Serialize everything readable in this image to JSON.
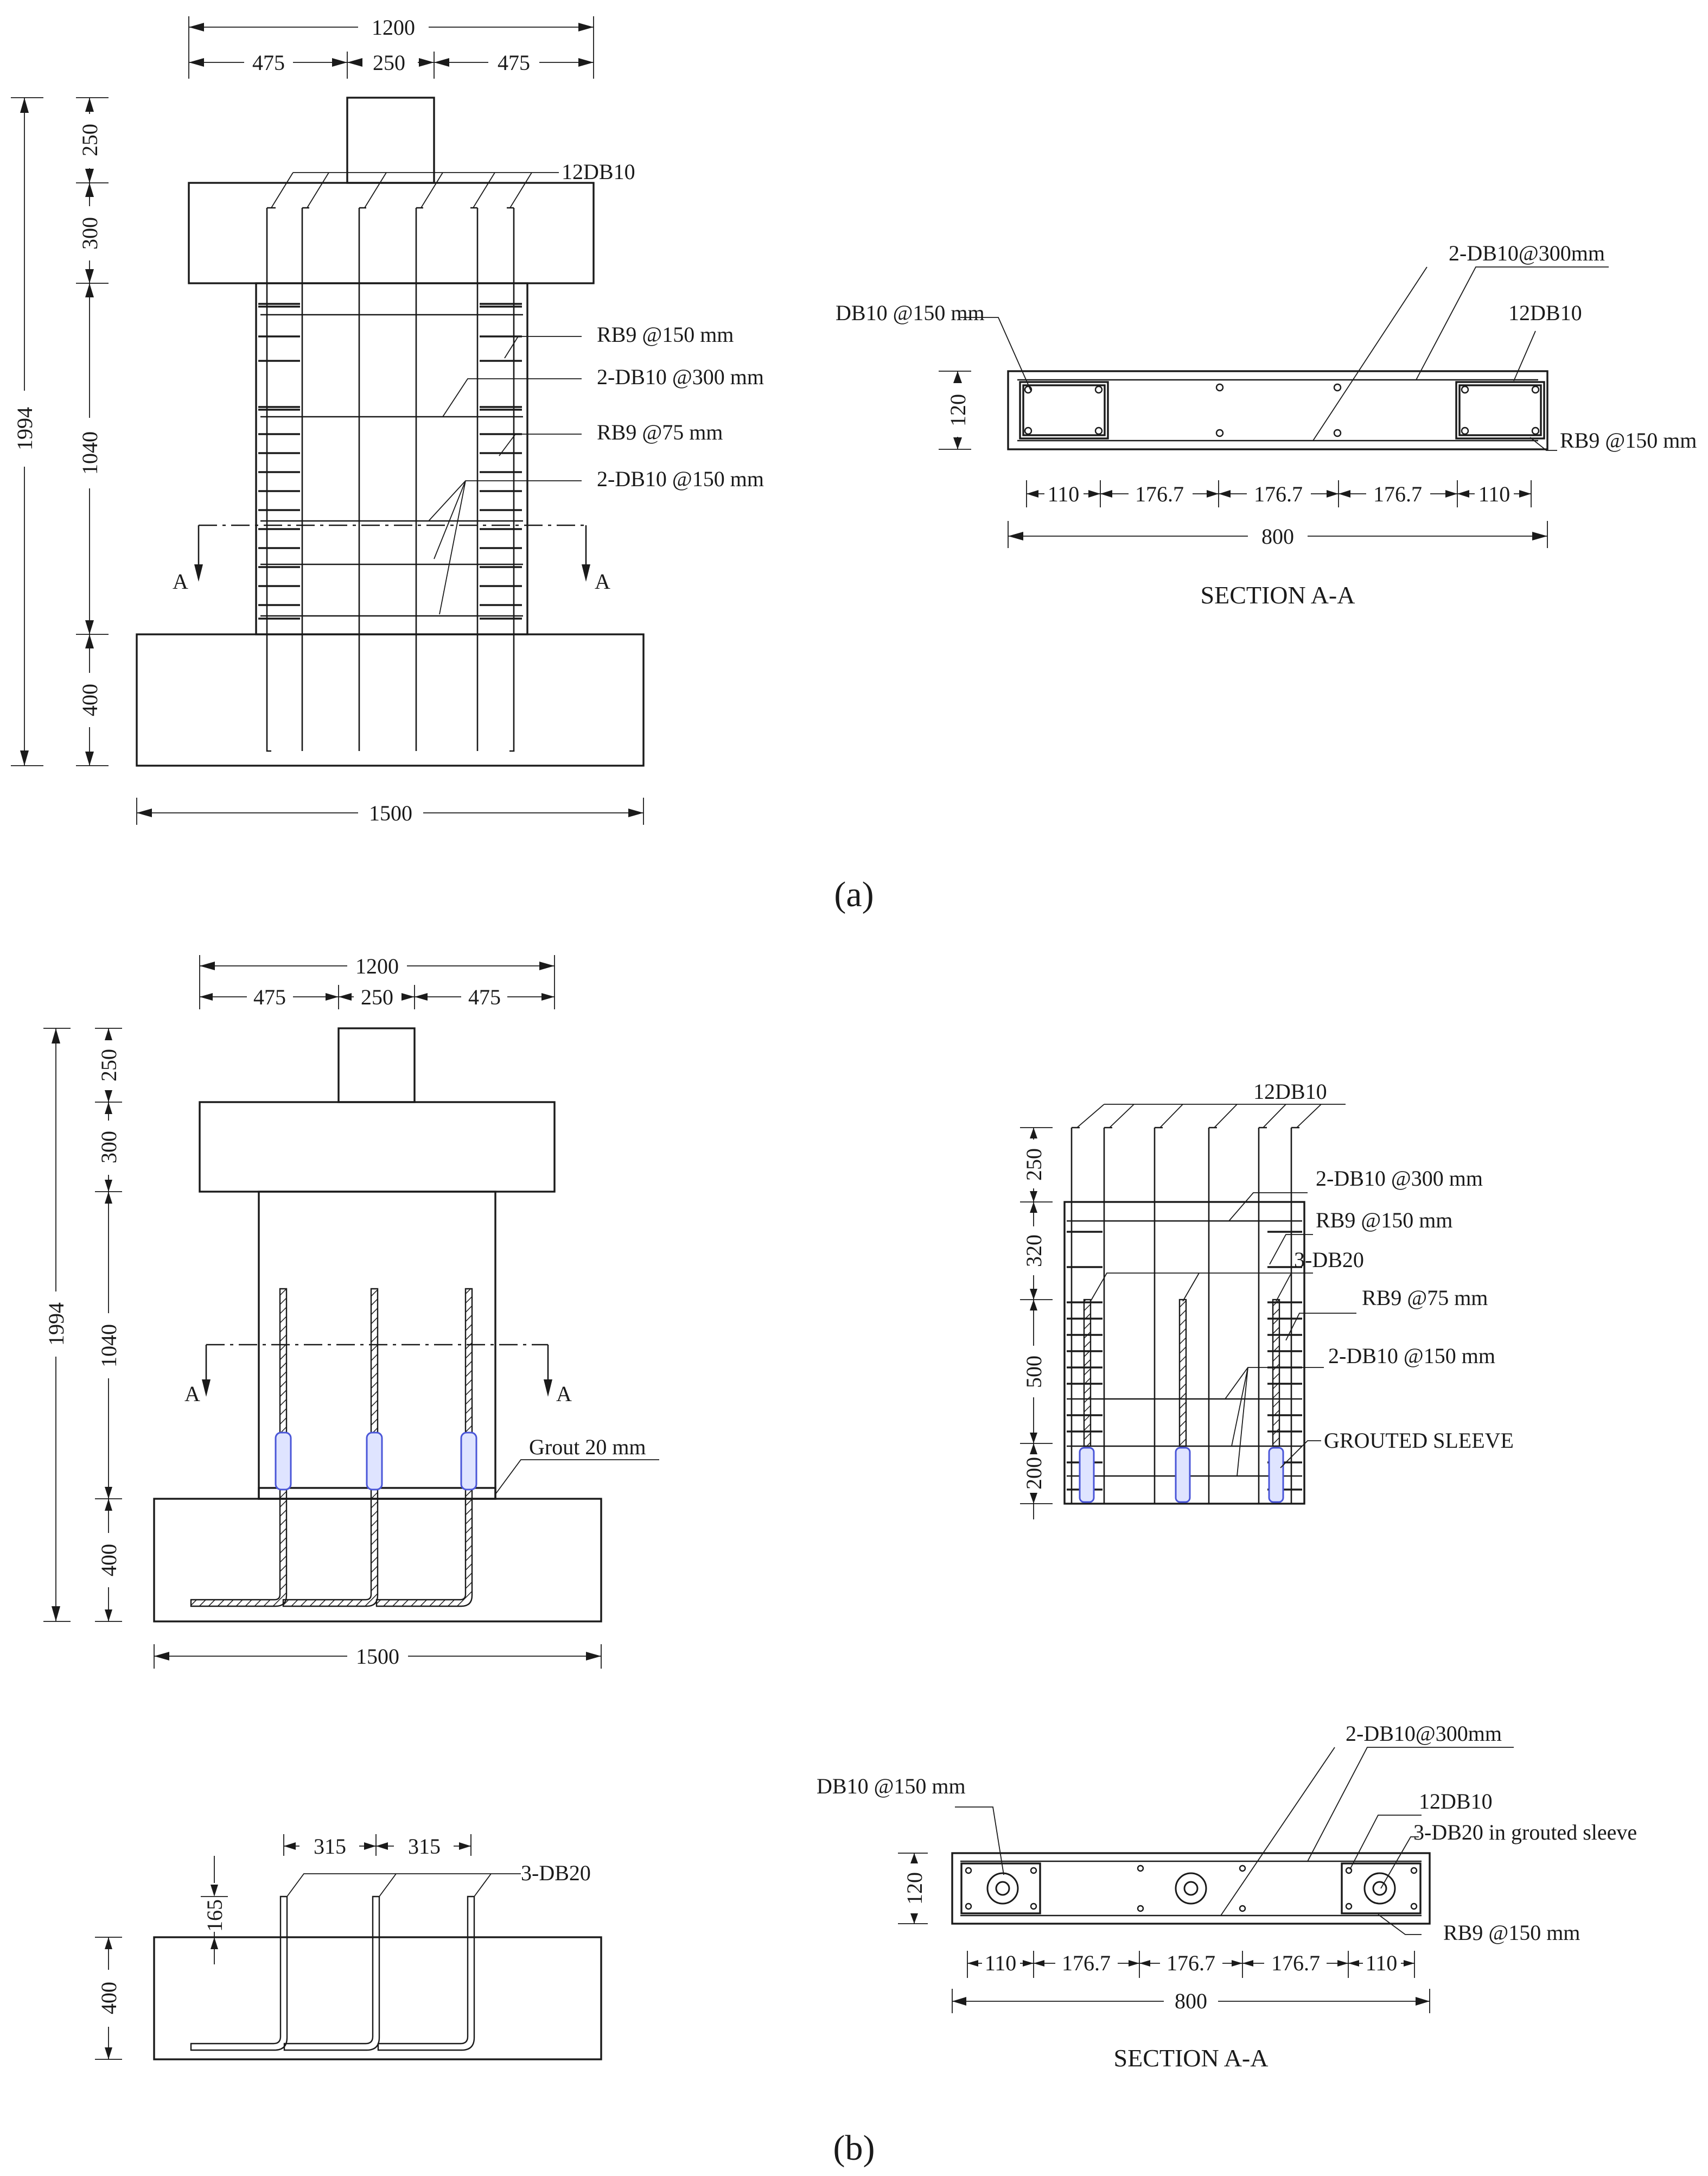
{
  "a": {
    "caption": "(a)",
    "dims": {
      "top_total": "1200",
      "top_left": "475",
      "top_mid": "250",
      "top_right": "475",
      "height_total": "1994",
      "h_stub": "250",
      "h_beam": "300",
      "h_column": "1040",
      "h_footing": "400",
      "base": "1500"
    },
    "labels": {
      "rebar_main": "12DB10",
      "rb9_150": "RB9 @150 mm",
      "db10_300": "2-DB10 @300 mm",
      "rb9_75": "RB9 @75 mm",
      "db10_150": "2-DB10 @150 mm",
      "cut_left": "A",
      "cut_right": "A"
    },
    "section": {
      "title": "SECTION A-A",
      "db10_150": "DB10 @150 mm",
      "db10_300": "2-DB10@300mm",
      "rebar_main": "12DB10",
      "rb9_150": "RB9 @150 mm",
      "thickness": "120",
      "d1": "110",
      "d2": "176.7",
      "d3": "176.7",
      "d4": "176.7",
      "d5": "110",
      "width": "800"
    }
  },
  "b": {
    "caption": "(b)",
    "dims": {
      "top_total": "1200",
      "top_left": "475",
      "top_mid": "250",
      "top_right": "475",
      "height_total": "1994",
      "h_stub": "250",
      "h_beam": "300",
      "h_column": "1040",
      "h_footing": "400",
      "base": "1500"
    },
    "labels": {
      "grout": "Grout 20 mm",
      "cut_left": "A",
      "cut_right": "A"
    },
    "detail": {
      "rebar_main": "12DB10",
      "db10_300": "2-DB10 @300 mm",
      "rb9_150": "RB9 @150 mm",
      "db20": "3-DB20",
      "rb9_75": "RB9 @75 mm",
      "db10_150": "2-DB10 @150 mm",
      "sleeve": "GROUTED SLEEVE",
      "h1": "250",
      "h2": "320",
      "h3": "500",
      "h4": "200"
    },
    "footing": {
      "s1": "315",
      "s2": "315",
      "bars": "3-DB20",
      "h_proj": "165",
      "h_footing": "400"
    },
    "section": {
      "title": "SECTION A-A",
      "db10_150": "DB10 @150 mm",
      "db10_300": "2-DB10@300mm",
      "rebar_main": "12DB10",
      "db20_sleeve": "3-DB20 in grouted sleeve",
      "rb9_150": "RB9 @150 mm",
      "thickness": "120",
      "d1": "110",
      "d2": "176.7",
      "d3": "176.7",
      "d4": "176.7",
      "d5": "110",
      "width": "800"
    }
  }
}
